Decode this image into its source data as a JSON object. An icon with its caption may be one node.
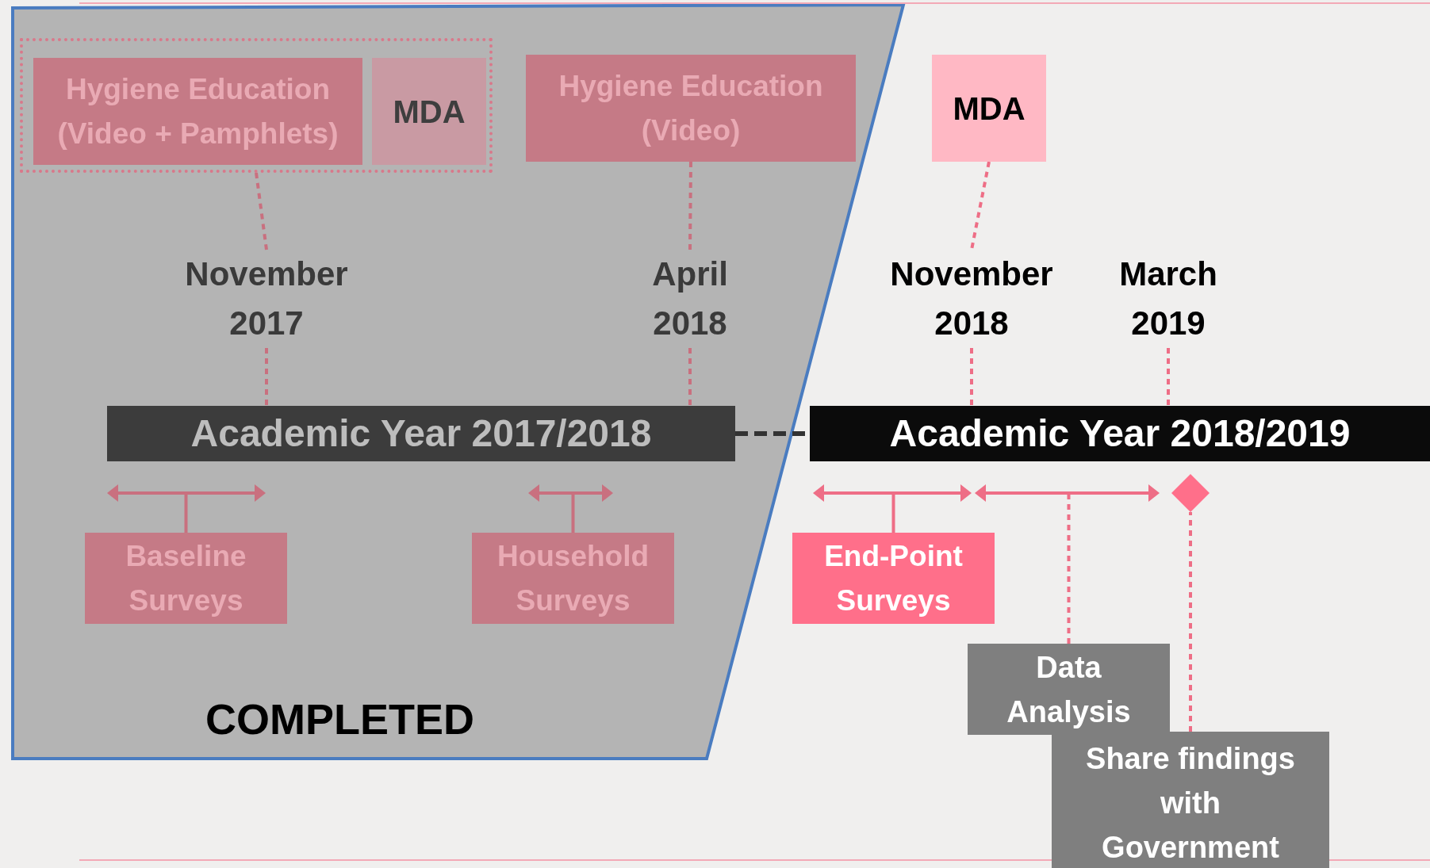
{
  "diagram": {
    "nodes": [
      {
        "text": [
          "COMPLETED"
        ]
      },
      {
        "text": [],
        "shape": "box",
        "in": 0
      },
      {
        "text": [
          "Hygiene Education (Video + Pamphlets)"
        ],
        "in": 1
      },
      {
        "text": [
          "MDA"
        ],
        "in": 1
      },
      {
        "text": [
          "Hygiene Education (Video)"
        ],
        "in": 0
      },
      {
        "text": [
          "MDA"
        ]
      },
      {
        "text": [
          "November 2017"
        ],
        "in": 0
      },
      {
        "text": [
          "April 2018"
        ],
        "in": 0
      },
      {
        "text": [
          "November 2018"
        ]
      },
      {
        "text": [
          "March 2019"
        ]
      },
      {
        "text": [
          "Academic Year 2017/2018"
        ],
        "in": 0
      },
      {
        "text": [
          "Academic Year 2018/2019"
        ]
      },
      {
        "text": [
          "Baseline Surveys"
        ],
        "in": 0
      },
      {
        "text": [
          "Household Surveys"
        ],
        "in": 0
      },
      {
        "text": [
          "End-Point Surveys"
        ]
      },
      {
        "text": [
          "Data Analysis"
        ]
      },
      {
        "text": [],
        "shape": "diamond"
      },
      {
        "text": [
          "Share findings with Government"
        ]
      }
    ],
    "edges": [
      {
        "from": 1,
        "to": 6,
        "arrow": "none",
        "style": "dashed"
      },
      {
        "from": 6,
        "to": 10,
        "arrow": "none",
        "style": "dashed"
      },
      {
        "from": 4,
        "to": 7,
        "arrow": "none",
        "style": "dashed"
      },
      {
        "from": 7,
        "to": 10,
        "arrow": "none",
        "style": "dashed"
      },
      {
        "from": 5,
        "to": 8,
        "arrow": "none",
        "style": "dashed"
      },
      {
        "from": 8,
        "to": 11,
        "arrow": "none",
        "style": "dashed"
      },
      {
        "from": 9,
        "to": 11,
        "arrow": "none",
        "style": "dashed"
      },
      {
        "from": 10,
        "to": 11,
        "arrow": "none",
        "style": "dashed",
        "color": "#333333"
      },
      {
        "from": 12,
        "to": null,
        "arrow": "none"
      },
      {
        "from": 13,
        "to": null,
        "arrow": "none"
      },
      {
        "from": 14,
        "to": null,
        "arrow": "none"
      },
      {
        "from": 15,
        "to": null,
        "arrow": "none",
        "style": "dashed"
      },
      {
        "from": 17,
        "to": 16,
        "arrow": "none",
        "style": "dashed"
      }
    ]
  }
}
